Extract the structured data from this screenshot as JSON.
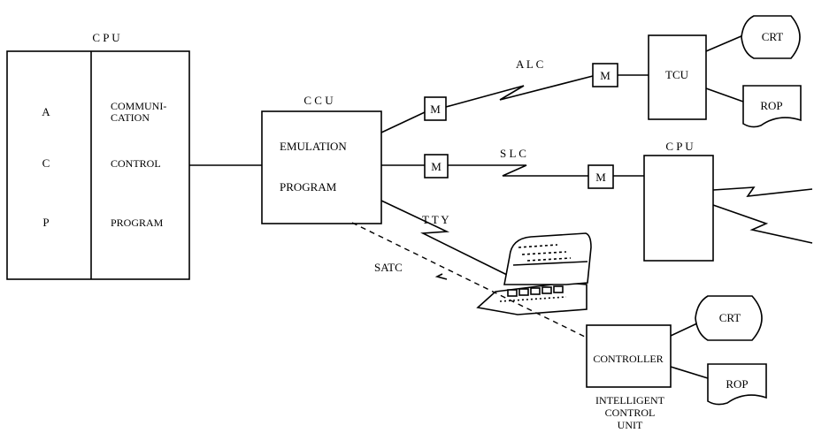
{
  "host": {
    "title": "C P U",
    "letters": [
      "A",
      "C",
      "P"
    ],
    "program_lines": [
      "COMMUNI-",
      "CATION",
      "CONTROL",
      "PROGRAM"
    ]
  },
  "ccu": {
    "title": "C C U",
    "lines": [
      "EMULATION",
      "PROGRAM"
    ]
  },
  "links": {
    "alc": "A L C",
    "slc": "S L C",
    "tty": "T T Y",
    "satc": "SATC"
  },
  "modem_label": "M",
  "tcu": "TCU",
  "remote_cpu": "C P U",
  "terminals": {
    "crt": "CRT",
    "rop": "ROP"
  },
  "controller": {
    "box_label": "CONTROLLER",
    "caption": [
      "INTELLIGENT",
      "CONTROL",
      "UNIT"
    ]
  }
}
